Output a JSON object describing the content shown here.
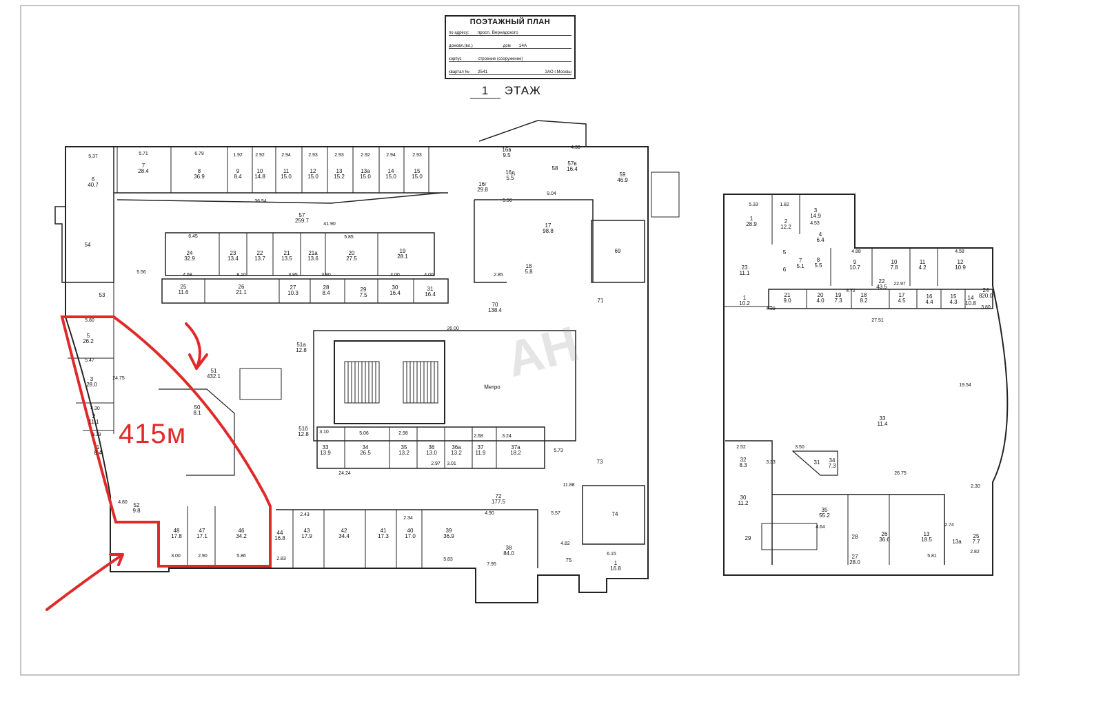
{
  "title_block": {
    "title": "ПОЭТАЖНЫЙ ПЛАН",
    "address_label": "по адресу:",
    "address_value": "просп. Вернадского",
    "domovl_label": "домовл.(вл.)",
    "house_label": "дом",
    "house_value": "14А",
    "korpus_label": "корпус",
    "building_label": "строение (сооружение)",
    "quarter_label": "квартал №",
    "quarter_value": "2541",
    "district": "ЗАО г.Москвы"
  },
  "floor": {
    "number": "1",
    "label": "ЭТАЖ"
  },
  "annotation": {
    "area_text": "415м",
    "color": "#e02a2a"
  },
  "watermark": "AH",
  "metro_label": "Метро",
  "rooms": [
    {
      "n": "6",
      "a": "40.7"
    },
    {
      "n": "7",
      "a": "28.4"
    },
    {
      "n": "8",
      "a": "36.9"
    },
    {
      "n": "9",
      "a": "8.4"
    },
    {
      "n": "10",
      "a": "14.8"
    },
    {
      "n": "11",
      "a": "15.0"
    },
    {
      "n": "12",
      "a": "15.0"
    },
    {
      "n": "13",
      "a": "15.2"
    },
    {
      "n": "13а",
      "a": "15.0"
    },
    {
      "n": "14",
      "a": "15.0"
    },
    {
      "n": "15",
      "a": "15.0"
    },
    {
      "n": "16в",
      "a": "9.5"
    },
    {
      "n": "16д",
      "a": "5.5"
    },
    {
      "n": "16г",
      "a": "29.8"
    },
    {
      "n": "58",
      "a": ""
    },
    {
      "n": "57в",
      "a": "16.4"
    },
    {
      "n": "59",
      "a": "46.9"
    },
    {
      "n": "17",
      "a": "98.8"
    },
    {
      "n": "18",
      "a": "5.8"
    },
    {
      "n": "69",
      "a": ""
    },
    {
      "n": "57",
      "a": "259.7"
    },
    {
      "n": "24",
      "a": "32.9"
    },
    {
      "n": "23",
      "a": "13.4"
    },
    {
      "n": "22",
      "a": "13.7"
    },
    {
      "n": "21",
      "a": "13.5"
    },
    {
      "n": "21а",
      "a": "13.6"
    },
    {
      "n": "20",
      "a": "27.5"
    },
    {
      "n": "19",
      "a": "28.1"
    },
    {
      "n": "25",
      "a": "11.6"
    },
    {
      "n": "26",
      "a": "21.1"
    },
    {
      "n": "27",
      "a": "10.3"
    },
    {
      "n": "28",
      "a": "8.4"
    },
    {
      "n": "29",
      "a": "7.5"
    },
    {
      "n": "30",
      "a": "16.4"
    },
    {
      "n": "31",
      "a": "16.4"
    },
    {
      "n": "54",
      "a": ""
    },
    {
      "n": "53",
      "a": ""
    },
    {
      "n": "70",
      "a": "138.4"
    },
    {
      "n": "71",
      "a": ""
    },
    {
      "n": "5",
      "a": "26.2"
    },
    {
      "n": "3",
      "a": "28.0"
    },
    {
      "n": "2",
      "a": "11.1"
    },
    {
      "n": "1",
      "a": "8.4"
    },
    {
      "n": "51",
      "a": "432.1"
    },
    {
      "n": "50",
      "a": "8.1"
    },
    {
      "n": "52",
      "a": "9.8"
    },
    {
      "n": "48",
      "a": "17.8"
    },
    {
      "n": "47",
      "a": "17.1"
    },
    {
      "n": "46",
      "a": "34.2"
    },
    {
      "n": "51б",
      "a": "12.8"
    },
    {
      "n": "51а",
      "a": "12.8"
    },
    {
      "n": "33",
      "a": "13.9"
    },
    {
      "n": "34",
      "a": "26.5"
    },
    {
      "n": "35",
      "a": "13.2"
    },
    {
      "n": "36",
      "a": "13.0"
    },
    {
      "n": "36а",
      "a": "13.2"
    },
    {
      "n": "37",
      "a": "11.9"
    },
    {
      "n": "37а",
      "a": "18.2"
    },
    {
      "n": "72",
      "a": "177.5"
    },
    {
      "n": "73",
      "a": ""
    },
    {
      "n": "74",
      "a": ""
    },
    {
      "n": "44",
      "a": "16.8"
    },
    {
      "n": "43",
      "a": "17.9"
    },
    {
      "n": "42",
      "a": "34.4"
    },
    {
      "n": "41",
      "a": "17.3"
    },
    {
      "n": "40",
      "a": "17.0"
    },
    {
      "n": "39",
      "a": "36.9"
    },
    {
      "n": "38",
      "a": "84.0"
    },
    {
      "n": "75",
      "a": ""
    },
    {
      "n": "1",
      "a": "16.8"
    },
    {
      "n": "1",
      "a": "28.9"
    },
    {
      "n": "2",
      "a": "12.2"
    },
    {
      "n": "3",
      "a": "14.9"
    },
    {
      "n": "4",
      "a": "6.4"
    },
    {
      "n": "23",
      "a": "11.1"
    },
    {
      "n": "5",
      "a": ""
    },
    {
      "n": "6",
      "a": ""
    },
    {
      "n": "7",
      "a": "5.1"
    },
    {
      "n": "8",
      "a": "5.5"
    },
    {
      "n": "9",
      "a": "10.7"
    },
    {
      "n": "10",
      "a": "7.8"
    },
    {
      "n": "11",
      "a": "4.2"
    },
    {
      "n": "12",
      "a": "10.9"
    },
    {
      "n": "22",
      "a": "43.5"
    },
    {
      "n": "1",
      "a": "10.2"
    },
    {
      "n": "21",
      "a": "9.0"
    },
    {
      "n": "20",
      "a": "4.0"
    },
    {
      "n": "19",
      "a": "7.3"
    },
    {
      "n": "18",
      "a": "8.2"
    },
    {
      "n": "17",
      "a": "4.5"
    },
    {
      "n": "16",
      "a": "4.4"
    },
    {
      "n": "15",
      "a": "4.3"
    },
    {
      "n": "14",
      "a": "10.8"
    },
    {
      "n": "24",
      "a": "820.0"
    },
    {
      "n": "33",
      "a": "11.4"
    },
    {
      "n": "32",
      "a": "8.3"
    },
    {
      "n": "31",
      "a": ""
    },
    {
      "n": "34",
      "a": "7.3"
    },
    {
      "n": "30",
      "a": "11.2"
    },
    {
      "n": "35",
      "a": "55.2"
    },
    {
      "n": "29",
      "a": ""
    },
    {
      "n": "28",
      "a": ""
    },
    {
      "n": "27",
      "a": "28.0"
    },
    {
      "n": "26",
      "a": "36.6"
    },
    {
      "n": "13",
      "a": "18.5"
    },
    {
      "n": "13а",
      "a": ""
    },
    {
      "n": "25",
      "a": "7.7"
    }
  ],
  "dimensions": [
    "5.37",
    "5.71",
    "6.79",
    "1.92",
    "2.92",
    "2.94",
    "2.93",
    "2.93",
    "2.92",
    "2.94",
    "2.93",
    "36.54",
    "41.90",
    "6.45",
    "5.85",
    "5.56",
    "4.68",
    "8.10",
    "3.95",
    "3.80",
    "4.00",
    "4.00",
    "26.00",
    "5.80",
    "5.47",
    "4.30",
    "3.33",
    "24.75",
    "4.80",
    "3.00",
    "2.90",
    "5.86",
    "2.83",
    "24.24",
    "3.10",
    "5.06",
    "2.98",
    "2.97",
    "3.01",
    "2.68",
    "3.24",
    "5.73",
    "11.88",
    "2.43",
    "2.34",
    "4.90",
    "5.57",
    "5.83",
    "7.95",
    "4.82",
    "6.15",
    "4.30",
    "9.04",
    "5.56",
    "2.85",
    "3.33",
    "5.33",
    "1.82",
    "4.53",
    "22.97",
    "27.51",
    "26.75",
    "19.54",
    "3.50",
    "2.52",
    "4.64",
    "5.81",
    "2.30",
    "2.74",
    "2.82",
    "4.39",
    "4.72",
    "4.88",
    "4.58",
    "3.80"
  ]
}
